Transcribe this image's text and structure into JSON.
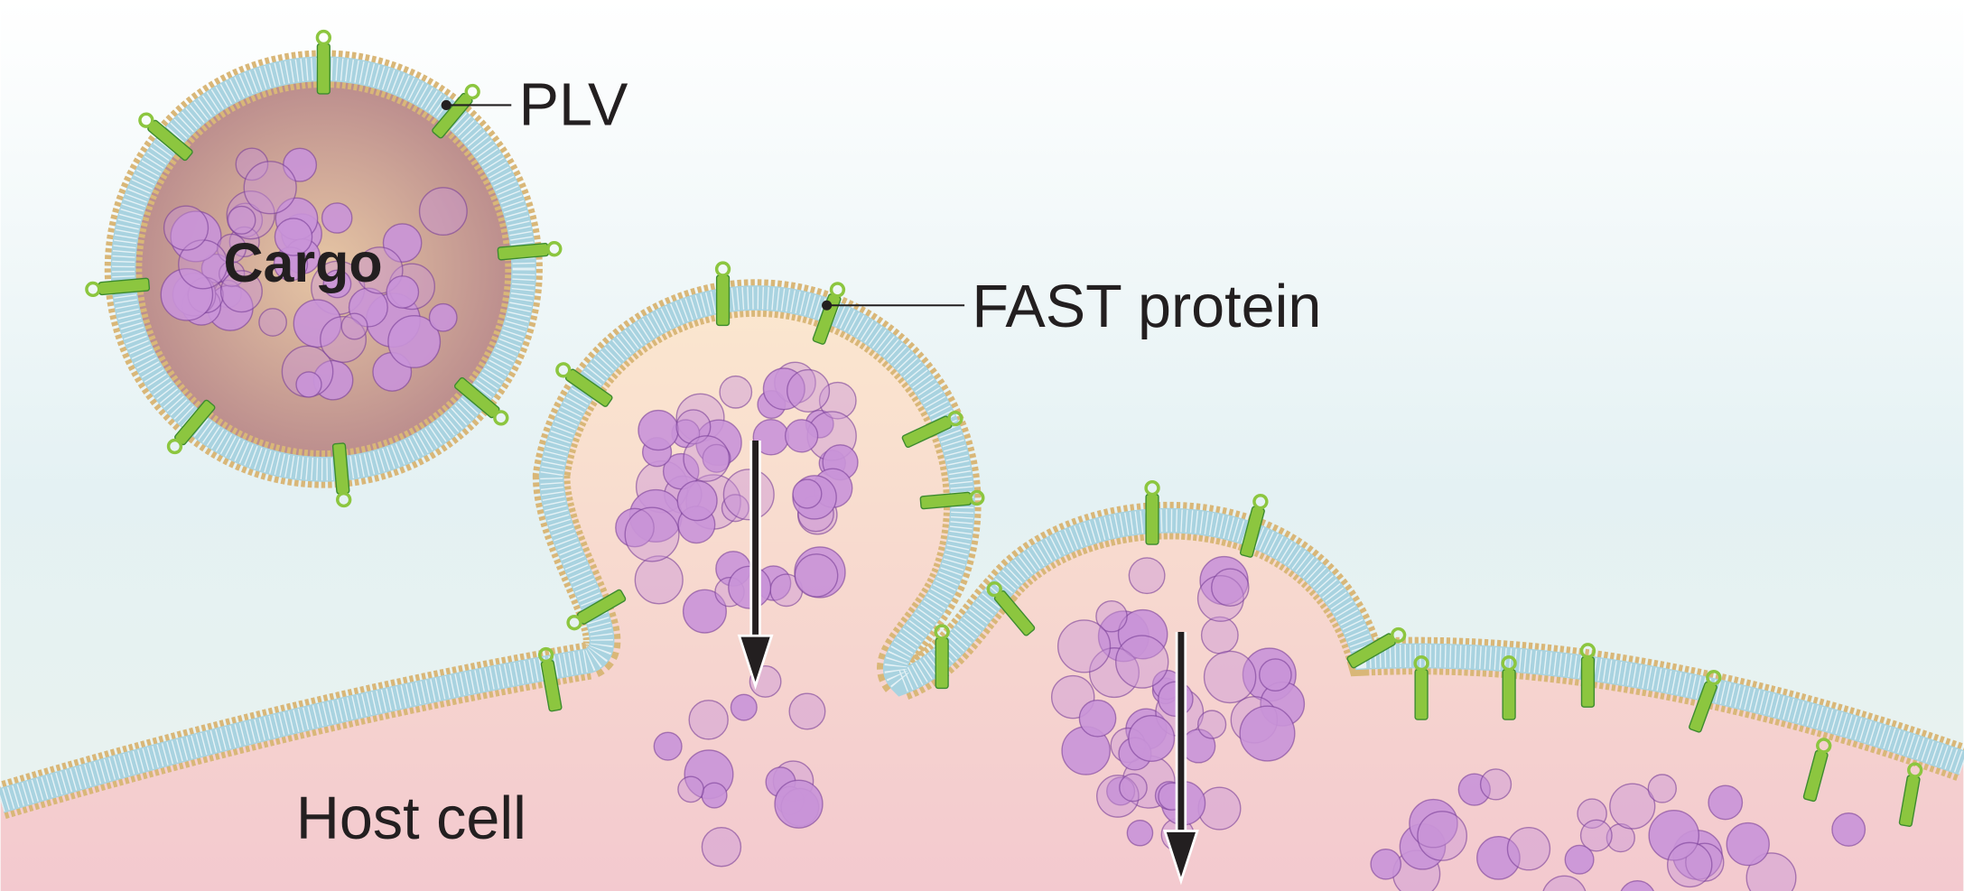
{
  "labels": {
    "plv": "PLV",
    "cargo": "Cargo",
    "fast_protein": "FAST protein",
    "host_cell": "Host cell"
  },
  "colors": {
    "membrane_head": "#d9b778",
    "membrane_tail": "#a9d3e0",
    "cargo": "#c994d8",
    "cargo_stroke": "#7a3f98",
    "protein": "#8cc63f",
    "host_cell": "#f6d3d3",
    "arrow": "#231f20"
  }
}
